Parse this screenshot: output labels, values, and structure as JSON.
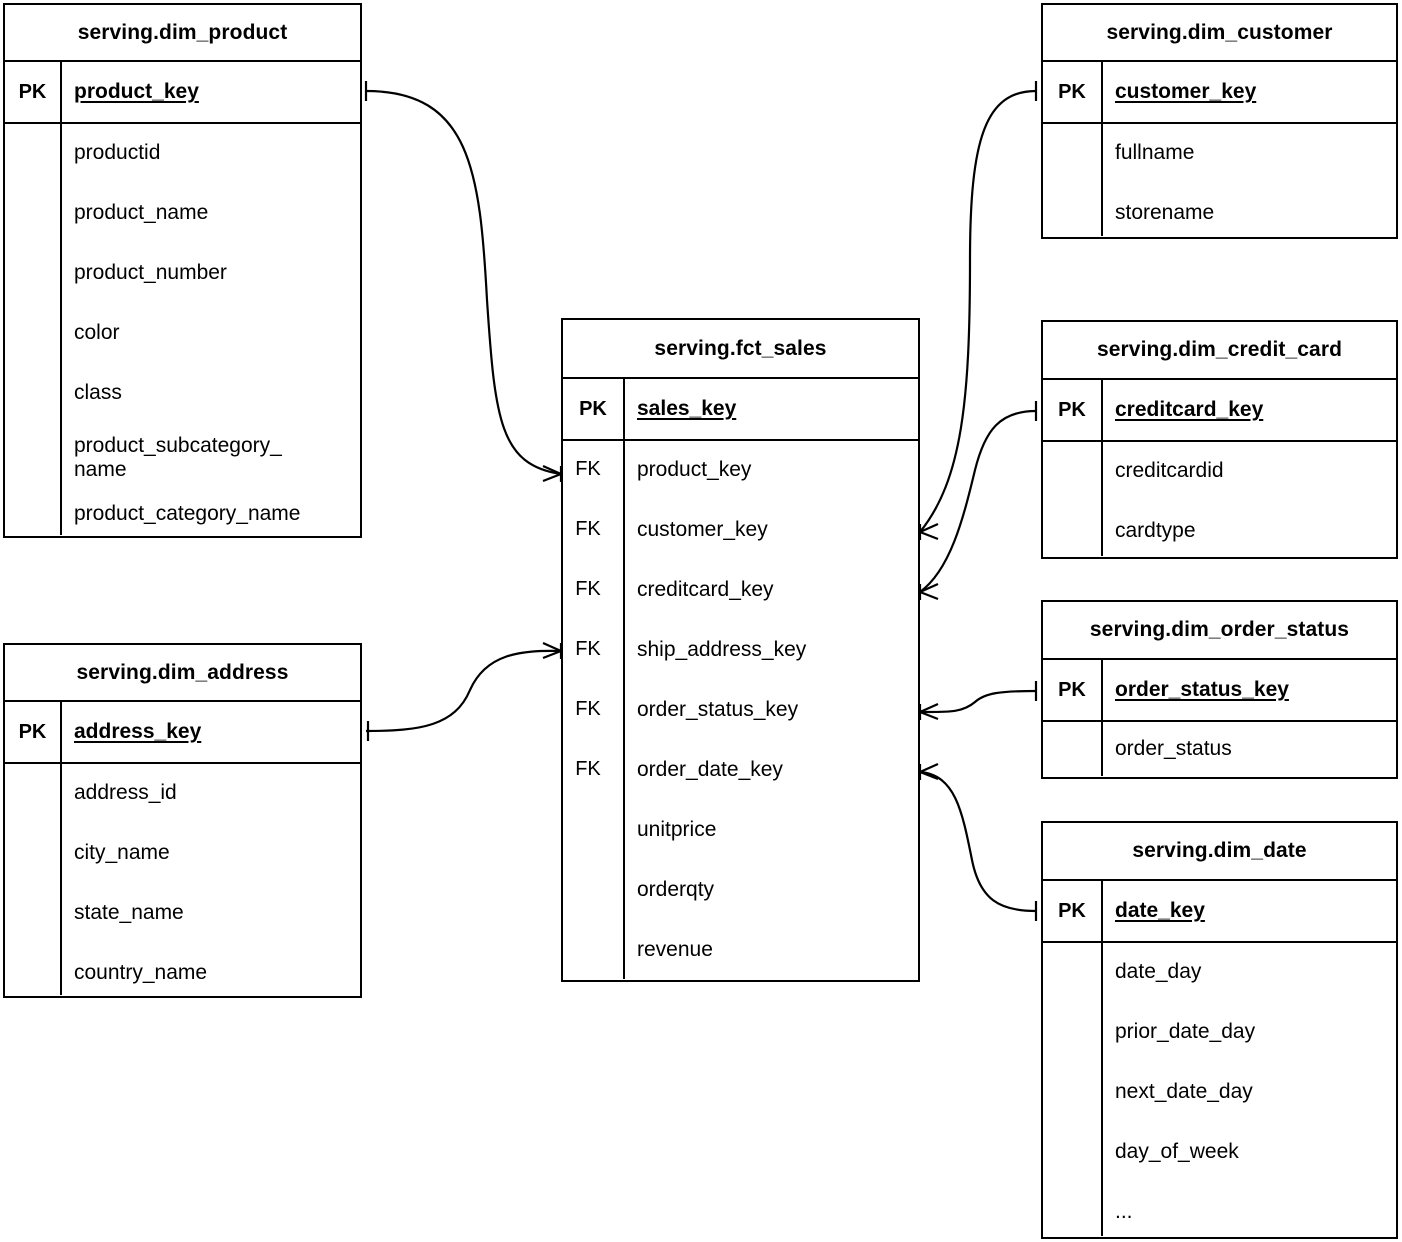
{
  "diagram": {
    "type": "entity-relationship-diagram",
    "notation": "crows-foot",
    "background_color": "#ffffff",
    "line_color": "#000000",
    "key_labels": {
      "pk": "PK",
      "fk": "FK"
    }
  },
  "entities": [
    {
      "id": "dim_product",
      "title": "serving.dim_product",
      "pk": {
        "key": "PK",
        "name": "product_key"
      },
      "attributes": [
        {
          "key": "",
          "name": "productid"
        },
        {
          "key": "",
          "name": "product_name"
        },
        {
          "key": "",
          "name": "product_number"
        },
        {
          "key": "",
          "name": "color"
        },
        {
          "key": "",
          "name": "class"
        },
        {
          "key": "",
          "name": "product_subcategory_\nname"
        },
        {
          "key": "",
          "name": "product_category_name"
        }
      ]
    },
    {
      "id": "dim_address",
      "title": "serving.dim_address",
      "pk": {
        "key": "PK",
        "name": "address_key"
      },
      "attributes": [
        {
          "key": "",
          "name": "address_id"
        },
        {
          "key": "",
          "name": "city_name"
        },
        {
          "key": "",
          "name": "state_name"
        },
        {
          "key": "",
          "name": "country_name"
        }
      ]
    },
    {
      "id": "fct_sales",
      "title": "serving.fct_sales",
      "pk": {
        "key": "PK",
        "name": "sales_key"
      },
      "attributes": [
        {
          "key": "FK",
          "name": "product_key"
        },
        {
          "key": "FK",
          "name": "customer_key"
        },
        {
          "key": "FK",
          "name": "creditcard_key"
        },
        {
          "key": "FK",
          "name": "ship_address_key"
        },
        {
          "key": "FK",
          "name": "order_status_key"
        },
        {
          "key": "FK",
          "name": "order_date_key"
        },
        {
          "key": "",
          "name": "unitprice"
        },
        {
          "key": "",
          "name": "orderqty"
        },
        {
          "key": "",
          "name": "revenue"
        }
      ]
    },
    {
      "id": "dim_customer",
      "title": "serving.dim_customer",
      "pk": {
        "key": "PK",
        "name": "customer_key"
      },
      "attributes": [
        {
          "key": "",
          "name": "fullname"
        },
        {
          "key": "",
          "name": "storename"
        }
      ]
    },
    {
      "id": "dim_credit_card",
      "title": "serving.dim_credit_card",
      "pk": {
        "key": "PK",
        "name": "creditcard_key"
      },
      "attributes": [
        {
          "key": "",
          "name": "creditcardid"
        },
        {
          "key": "",
          "name": "cardtype"
        }
      ]
    },
    {
      "id": "dim_order_status",
      "title": "serving.dim_order_status",
      "pk": {
        "key": "PK",
        "name": "order_status_key"
      },
      "attributes": [
        {
          "key": "",
          "name": "order_status"
        }
      ]
    },
    {
      "id": "dim_date",
      "title": "serving.dim_date",
      "pk": {
        "key": "PK",
        "name": "date_key"
      },
      "attributes": [
        {
          "key": "",
          "name": "date_day"
        },
        {
          "key": "",
          "name": "prior_date_day"
        },
        {
          "key": "",
          "name": "next_date_day"
        },
        {
          "key": "",
          "name": "day_of_week"
        },
        {
          "key": "",
          "name": "..."
        }
      ]
    }
  ],
  "relationships": [
    {
      "from": "dim_product.product_key",
      "to": "fct_sales.product_key",
      "from_cardinality": "one",
      "to_cardinality": "many"
    },
    {
      "from": "dim_address.address_key",
      "to": "fct_sales.ship_address_key",
      "from_cardinality": "one",
      "to_cardinality": "many"
    },
    {
      "from": "dim_customer.customer_key",
      "to": "fct_sales.customer_key",
      "from_cardinality": "one",
      "to_cardinality": "many"
    },
    {
      "from": "dim_credit_card.creditcard_key",
      "to": "fct_sales.creditcard_key",
      "from_cardinality": "one",
      "to_cardinality": "many"
    },
    {
      "from": "dim_order_status.order_status_key",
      "to": "fct_sales.order_status_key",
      "from_cardinality": "one",
      "to_cardinality": "many"
    },
    {
      "from": "dim_date.date_key",
      "to": "fct_sales.order_date_key",
      "from_cardinality": "one",
      "to_cardinality": "many"
    }
  ]
}
